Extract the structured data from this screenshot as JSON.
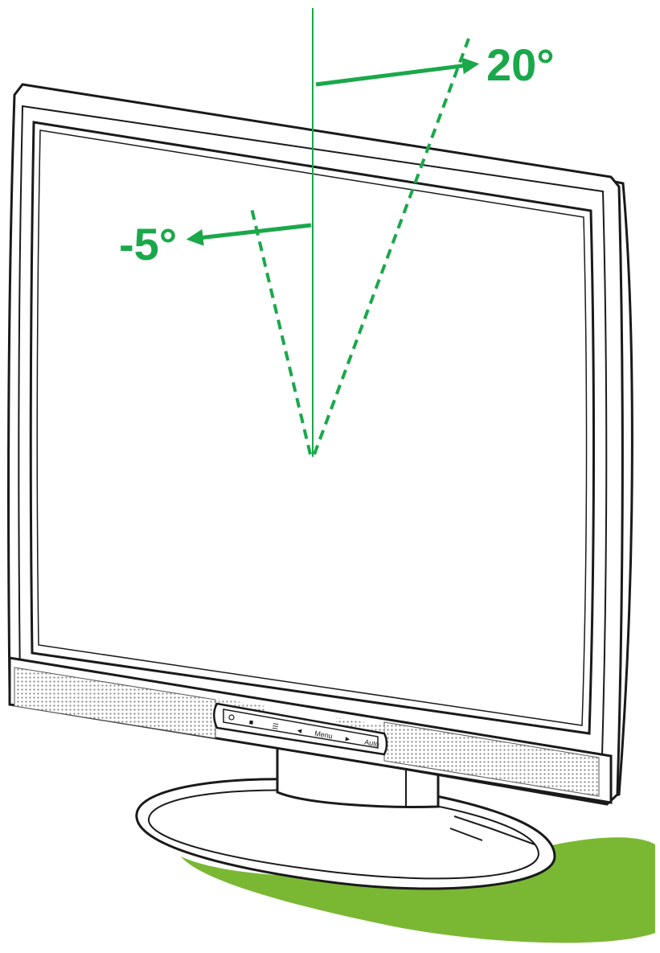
{
  "labels": {
    "tilt_back": "20°",
    "tilt_forward": "-5°"
  },
  "control_panel": {
    "buttons": [
      "■",
      "☰",
      "◄",
      "Menu",
      "►",
      "Auto"
    ]
  },
  "colors": {
    "accent": "#1aa84a",
    "shadow": "#7ab834",
    "outline": "#1a1a1a",
    "grille": "#9a9a9a"
  },
  "icons": [
    "power-led-icon"
  ]
}
